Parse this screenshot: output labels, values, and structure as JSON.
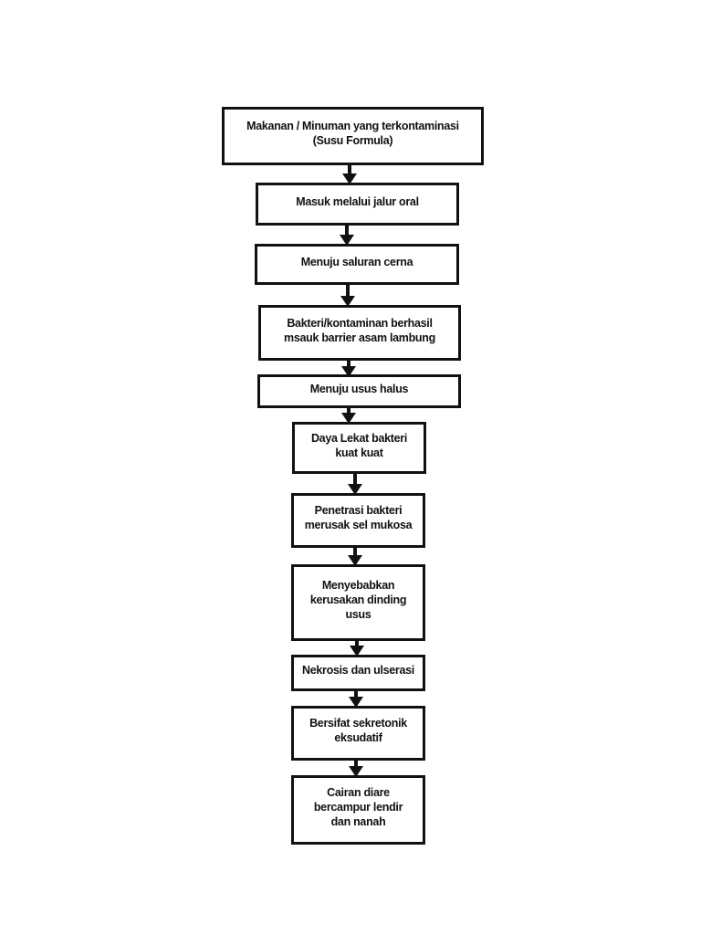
{
  "page": {
    "background_color": "#ffffff",
    "diagram_type": "flowchart",
    "flow_direction": "top-to-bottom"
  },
  "flowchart": {
    "box_border_color": "#111111",
    "box_fill_color": "#ffffff",
    "text_color": "#111111",
    "arrow_color": "#111111",
    "nodes": [
      {
        "label": "Makanan / Minuman yang terkontaminasi\n(Susu Formula)"
      },
      {
        "label": "Masuk melalui jalur oral"
      },
      {
        "label": "Menuju saluran cerna"
      },
      {
        "label": "Bakteri/kontaminan berhasil\nmsauk barrier asam lambung"
      },
      {
        "label": "Menuju usus halus"
      },
      {
        "label": "Daya Lekat bakteri\nkuat kuat"
      },
      {
        "label": "Penetrasi bakteri\nmerusak sel mukosa"
      },
      {
        "label": "Menyebabkan\nkerusakan dinding\nusus"
      },
      {
        "label": "Nekrosis dan ulserasi"
      },
      {
        "label": "Bersifat sekretonik\neksudatif"
      },
      {
        "label": "Cairan diare\nbercampur lendir\ndan nanah"
      }
    ],
    "edges": [
      {
        "from": 1,
        "to": 2
      },
      {
        "from": 2,
        "to": 3
      },
      {
        "from": 3,
        "to": 4
      },
      {
        "from": 4,
        "to": 5
      },
      {
        "from": 5,
        "to": 6
      },
      {
        "from": 6,
        "to": 7
      },
      {
        "from": 7,
        "to": 8
      },
      {
        "from": 8,
        "to": 9
      },
      {
        "from": 9,
        "to": 10
      },
      {
        "from": 10,
        "to": 11
      }
    ]
  }
}
